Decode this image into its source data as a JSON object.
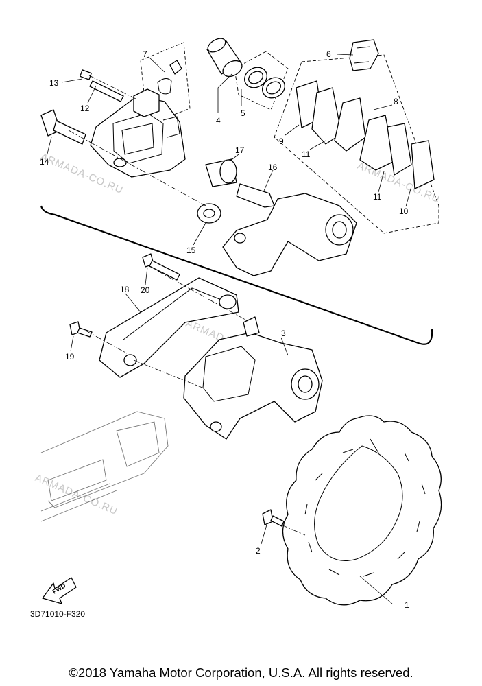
{
  "diagram": {
    "callouts": [
      "1",
      "2",
      "3",
      "4",
      "5",
      "6",
      "7",
      "8",
      "9",
      "10",
      "11",
      "11",
      "12",
      "13",
      "14",
      "15",
      "16",
      "17",
      "18",
      "19",
      "20"
    ],
    "watermark": "ARMADA-CO.RU",
    "fwd_label": "FWD"
  },
  "reference_code": "3D71010-F320",
  "copyright": "©2018 Yamaha Motor Corporation, U.S.A. All rights reserved."
}
